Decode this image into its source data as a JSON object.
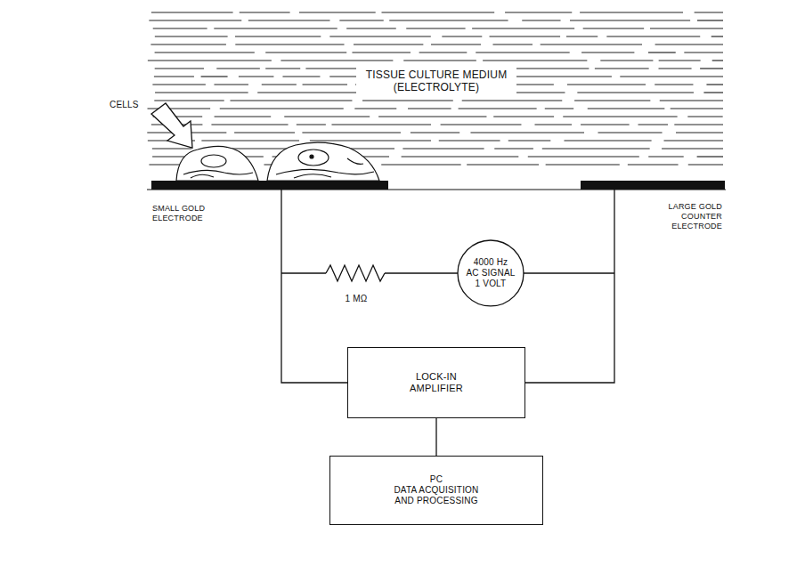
{
  "diagram": {
    "nodes": [
      {
        "text": [
          "4000 Hz",
          "AC SIGNAL 1 VOLT"
        ]
      },
      {
        "text": [
          "LOCK-IN AMPLIFIER"
        ]
      },
      {
        "text": [
          "PC",
          "DATA ACQUISITION AND PROCESSING"
        ]
      }
    ],
    "edges": [
      {
        "from": 1,
        "to": 2,
        "arrow": "none"
      }
    ],
    "labels": [
      "TISSUE CULTURE MEDIUM (ELECTROLYTE)",
      "CELLS",
      "SMALL GOLD ELECTRODE",
      "LARGE GOLD COUNTER ELECTRODE",
      "1 MΩ"
    ]
  }
}
